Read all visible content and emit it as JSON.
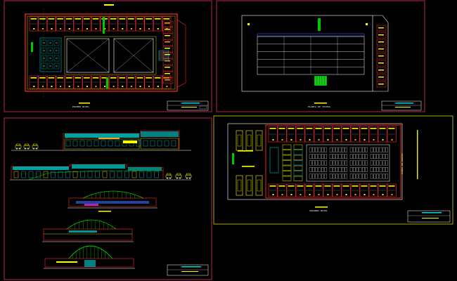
{
  "drawing": {
    "background": "#000000",
    "colors": {
      "sheet_frame": "#9b1f4a",
      "sheet_frame_alt": "#d6d600",
      "wall_red": "#ff2a2a",
      "yellow": "#ffff00",
      "white": "#ffffff",
      "cyan": "#00d7d7",
      "green": "#00c800",
      "blue": "#3d6dff",
      "magenta": "#ff33ff",
      "orange": "#ff9f1a"
    },
    "sheets": [
      {
        "id": "upper-left",
        "name": "ground-floor-plan",
        "caption": "PRIMER NIVEL"
      },
      {
        "id": "upper-right",
        "name": "roof-plan",
        "caption": "PLANTA DE TECHOS"
      },
      {
        "id": "lower-left",
        "name": "elevations-and-sections",
        "caption": ""
      },
      {
        "id": "lower-right",
        "name": "second-floor-plan",
        "caption": "SEGUNDO NIVEL"
      }
    ],
    "vertical_caption": "CUADRO DE AREAS"
  }
}
